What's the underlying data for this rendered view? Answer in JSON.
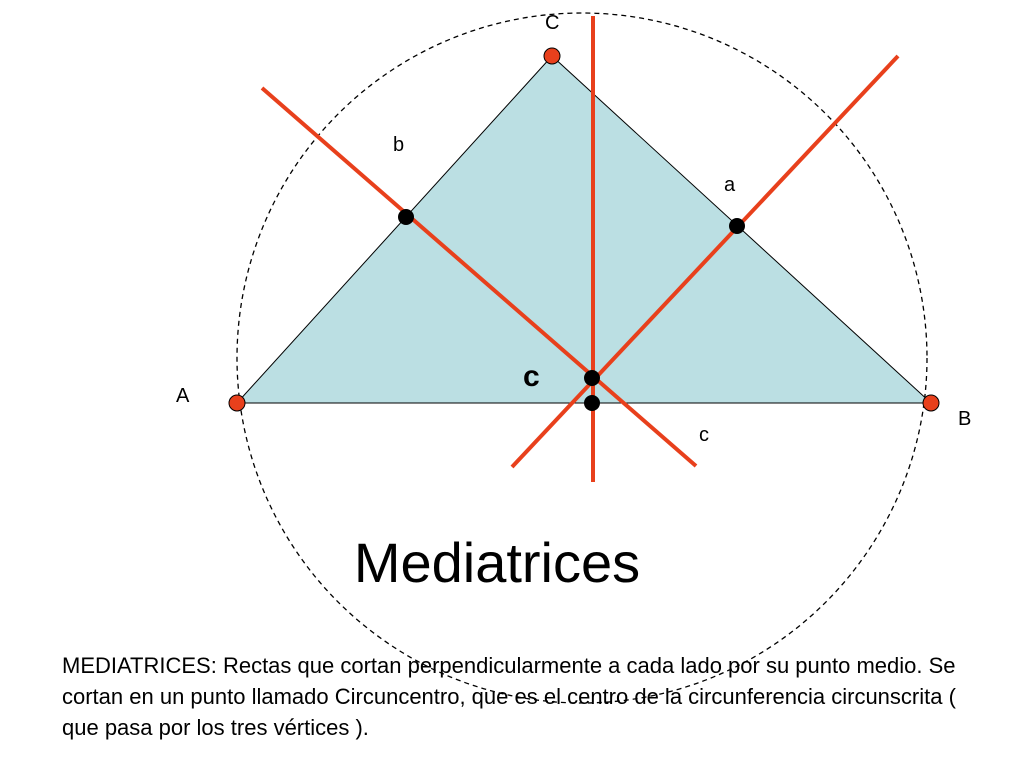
{
  "labels": {
    "vertex_a": "A",
    "vertex_b": "B",
    "vertex_c": "C",
    "side_a": "a",
    "side_b": "b",
    "side_c": "c",
    "circumcenter": "c"
  },
  "title": "Mediatrices",
  "description": "MEDIATRICES: Rectas que cortan perpendicularmente a cada lado por su punto medio. Se cortan en un punto llamado Circuncentro, que es el centro de la circunferencia circunscrita ( que pasa por los tres vértices ).",
  "colors": {
    "triangle_fill": "#bbdfe3",
    "bisector": "#e8401c",
    "vertex": "#e8401c",
    "midpoint": "#000000",
    "circle": "#000000"
  }
}
